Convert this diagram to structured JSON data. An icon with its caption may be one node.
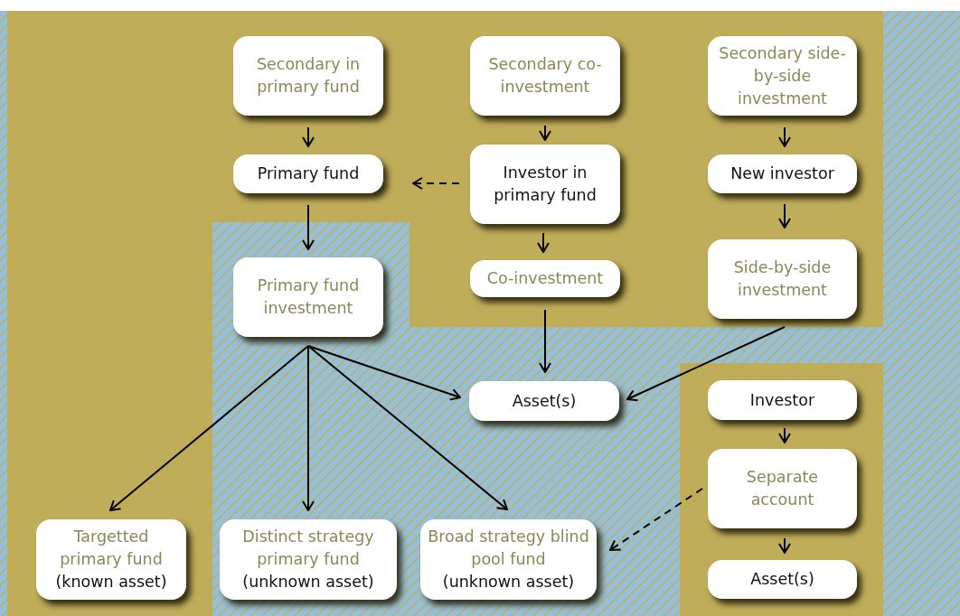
{
  "diagram": {
    "nodes": [
      {
        "text": [
          "Secondary in primary fund"
        ]
      },
      {
        "text": [
          "Secondary co-investment"
        ]
      },
      {
        "text": [
          "Secondary side-by-side investment"
        ]
      },
      {
        "text": [
          "Primary fund"
        ]
      },
      {
        "text": [
          "Investor in primary fund"
        ]
      },
      {
        "text": [
          "New investor"
        ]
      },
      {
        "text": [
          "Primary fund investment"
        ]
      },
      {
        "text": [
          "Co-investment"
        ]
      },
      {
        "text": [
          "Side-by-side investment"
        ]
      },
      {
        "text": [
          "Asset(s)"
        ]
      },
      {
        "text": [
          "Investor"
        ]
      },
      {
        "text": [
          "Separate account"
        ]
      },
      {
        "text": [
          "Asset(s)"
        ]
      },
      {
        "text": [
          "Targetted primary fund",
          "(known asset)"
        ]
      },
      {
        "text": [
          "Distinct strategy primary fund",
          "(unknown asset)"
        ]
      },
      {
        "text": [
          "Broad strategy blind pool fund",
          "(unknown asset)"
        ]
      }
    ],
    "edges": [
      {
        "from": 0,
        "to": 3,
        "arrow": "to"
      },
      {
        "from": 1,
        "to": 4,
        "arrow": "to"
      },
      {
        "from": 2,
        "to": 5,
        "arrow": "to"
      },
      {
        "from": 4,
        "to": 3,
        "arrow": "to",
        "style": "dashed"
      },
      {
        "from": 3,
        "to": 6,
        "arrow": "to"
      },
      {
        "from": 4,
        "to": 7,
        "arrow": "to"
      },
      {
        "from": 5,
        "to": 8,
        "arrow": "to"
      },
      {
        "from": 6,
        "to": 9,
        "arrow": "to"
      },
      {
        "from": 7,
        "to": 9,
        "arrow": "to"
      },
      {
        "from": 8,
        "to": 9,
        "arrow": "to"
      },
      {
        "from": 10,
        "to": 11,
        "arrow": "to"
      },
      {
        "from": 11,
        "to": 12,
        "arrow": "to"
      },
      {
        "from": 6,
        "to": 13,
        "arrow": "to"
      },
      {
        "from": 6,
        "to": 14,
        "arrow": "to"
      },
      {
        "from": 6,
        "to": 15,
        "arrow": "to"
      },
      {
        "from": 11,
        "to": 15,
        "arrow": "to",
        "style": "dashed"
      }
    ]
  }
}
